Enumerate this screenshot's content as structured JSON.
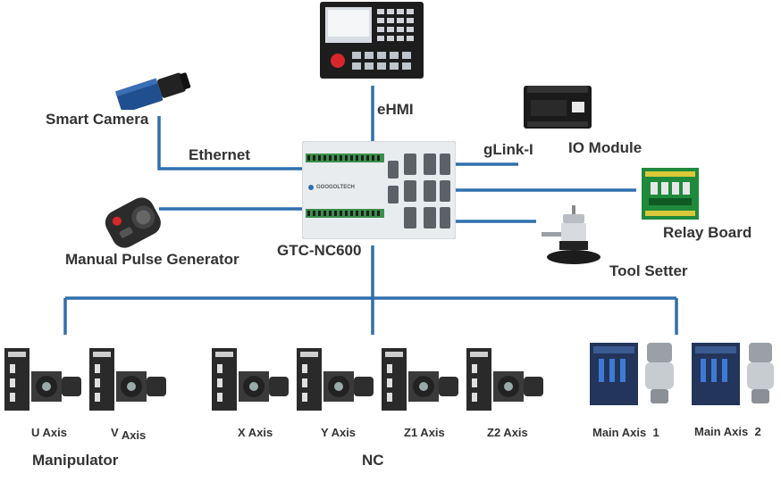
{
  "colors": {
    "connector": "#2f6fae",
    "label": "#333333",
    "controller_body": "#e9ecef",
    "drive_body": "#2a2a2a",
    "spindle_driver": "#23355a"
  },
  "labels": {
    "ehmi": "eHMI",
    "smart_camera": "Smart Camera",
    "ethernet": "Ethernet",
    "glink": "gLink-I",
    "io_module": "IO Module",
    "relay_board": "Relay Board",
    "tool_setter": "Tool Setter",
    "mpg": "Manual Pulse Generator",
    "controller": "GTC-NC600",
    "controller_brand": "GOOGOLTECH"
  },
  "axes": {
    "u": {
      "name": "U",
      "suffix": "Axis"
    },
    "v": {
      "name": "V",
      "suffix": "Axis"
    },
    "x": "X Axis",
    "y": "Y Axis",
    "z1": "Z1 Axis",
    "z2": "Z2 Axis",
    "main1": {
      "name": "Main Axis",
      "num": "1"
    },
    "main2": {
      "name": "Main Axis",
      "num": "2"
    }
  },
  "groups": {
    "manipulator": "Manipulator",
    "nc": "NC"
  },
  "icons": [
    "cnc-panel-icon",
    "camera-icon",
    "handwheel-icon",
    "controller-icon",
    "io-module-icon",
    "relay-board-icon",
    "tool-setter-icon",
    "servo-drive-icon",
    "servo-motor-icon",
    "spindle-driver-icon",
    "spindle-motor-icon"
  ]
}
